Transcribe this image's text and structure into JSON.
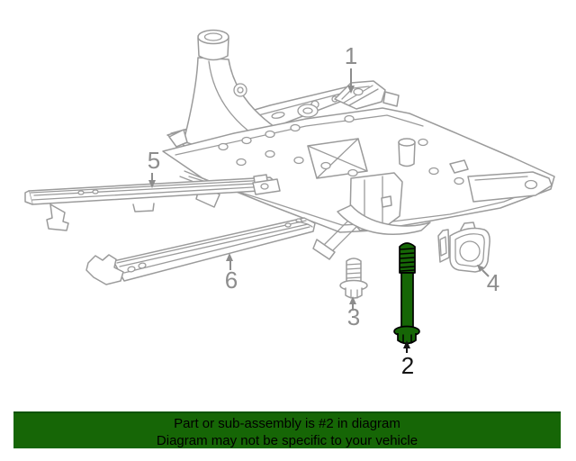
{
  "diagram": {
    "colors": {
      "line": "#9b9b9b",
      "label": "#8d8d8d",
      "highlight_fill": "#166606",
      "highlight_stroke": "#000000",
      "highlight_label": "#141414"
    },
    "highlighted_part_number": "2",
    "callouts": [
      {
        "number": "1"
      },
      {
        "number": "2"
      },
      {
        "number": "3"
      },
      {
        "number": "4"
      },
      {
        "number": "5"
      },
      {
        "number": "6"
      }
    ]
  },
  "banner": {
    "line1": "Part or sub-assembly is #2 in diagram",
    "line2": "Diagram may not be specific to your vehicle",
    "background": "#166606",
    "text_color": "#000000"
  }
}
